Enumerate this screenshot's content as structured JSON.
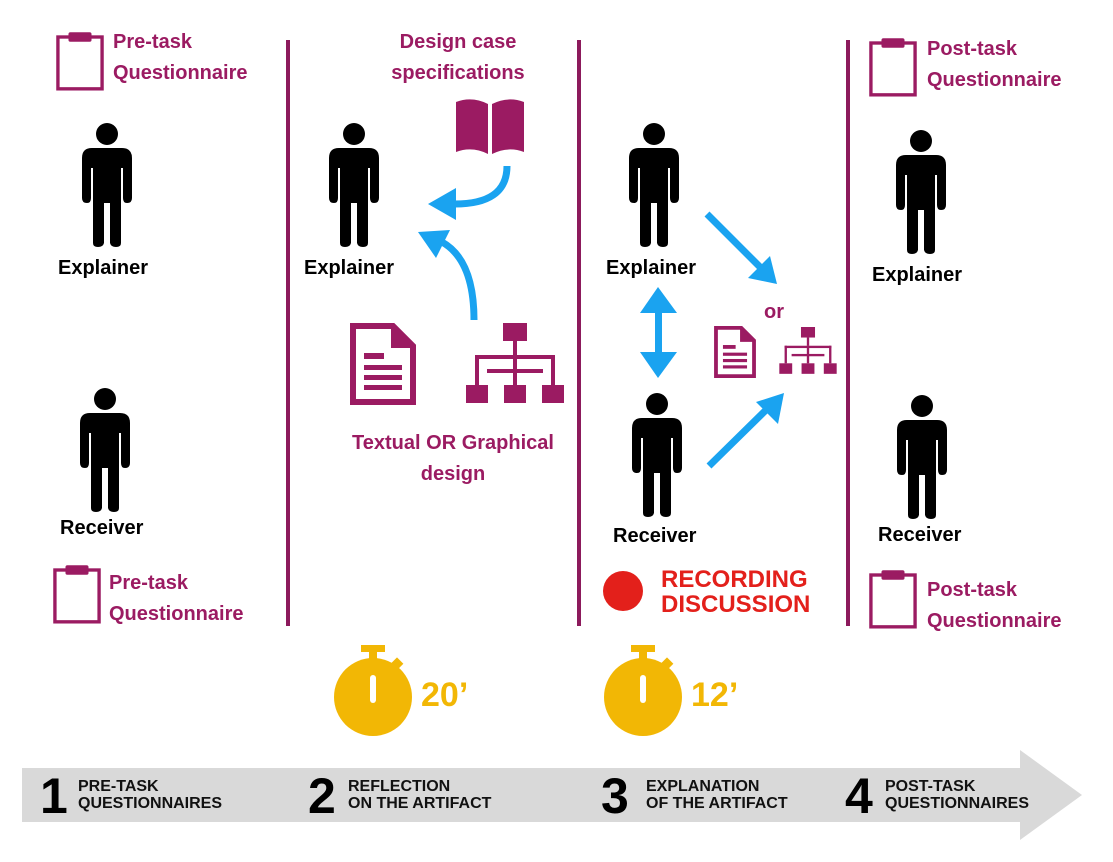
{
  "phase1": {
    "top_questionnaire": [
      "Pre-task",
      "Questionnaire"
    ],
    "explainer": "Explainer",
    "receiver": "Receiver",
    "bottom_questionnaire": [
      "Pre-task",
      "Questionnaire"
    ]
  },
  "phase2": {
    "spec_label": [
      "Design case",
      "specifications"
    ],
    "explainer": "Explainer",
    "design_label": [
      "Textual OR Graphical",
      "design"
    ],
    "timer": "20’"
  },
  "phase3": {
    "explainer": "Explainer",
    "receiver": "Receiver",
    "or": "or",
    "recording": [
      "RECORDING",
      "DISCUSSION"
    ],
    "timer": "12’"
  },
  "phase4": {
    "top_questionnaire": [
      "Post-task",
      "Questionnaire"
    ],
    "explainer": "Explainer",
    "receiver": "Receiver",
    "bottom_questionnaire": [
      "Post-task",
      "Questionnaire"
    ]
  },
  "steps": [
    {
      "number": "1",
      "lines": [
        "PRE-TASK",
        "QUESTIONNAIRES"
      ]
    },
    {
      "number": "2",
      "lines": [
        "REFLECTION",
        "ON THE ARTIFACT"
      ]
    },
    {
      "number": "3",
      "lines": [
        "EXPLANATION",
        "OF THE ARTIFACT"
      ]
    },
    {
      "number": "4",
      "lines": [
        "POST-TASK",
        "QUESTIONNAIRES"
      ]
    }
  ],
  "colors": {
    "accent": "#9b1b62",
    "arrow": "#1aa3f0",
    "timer": "#f2b705",
    "record": "#e3201b",
    "timeline": "#d9d9d9"
  },
  "icons": [
    "clipboard-icon",
    "person-icon",
    "book-icon",
    "document-icon",
    "hierarchy-icon",
    "stopwatch-icon",
    "record-dot-icon"
  ]
}
